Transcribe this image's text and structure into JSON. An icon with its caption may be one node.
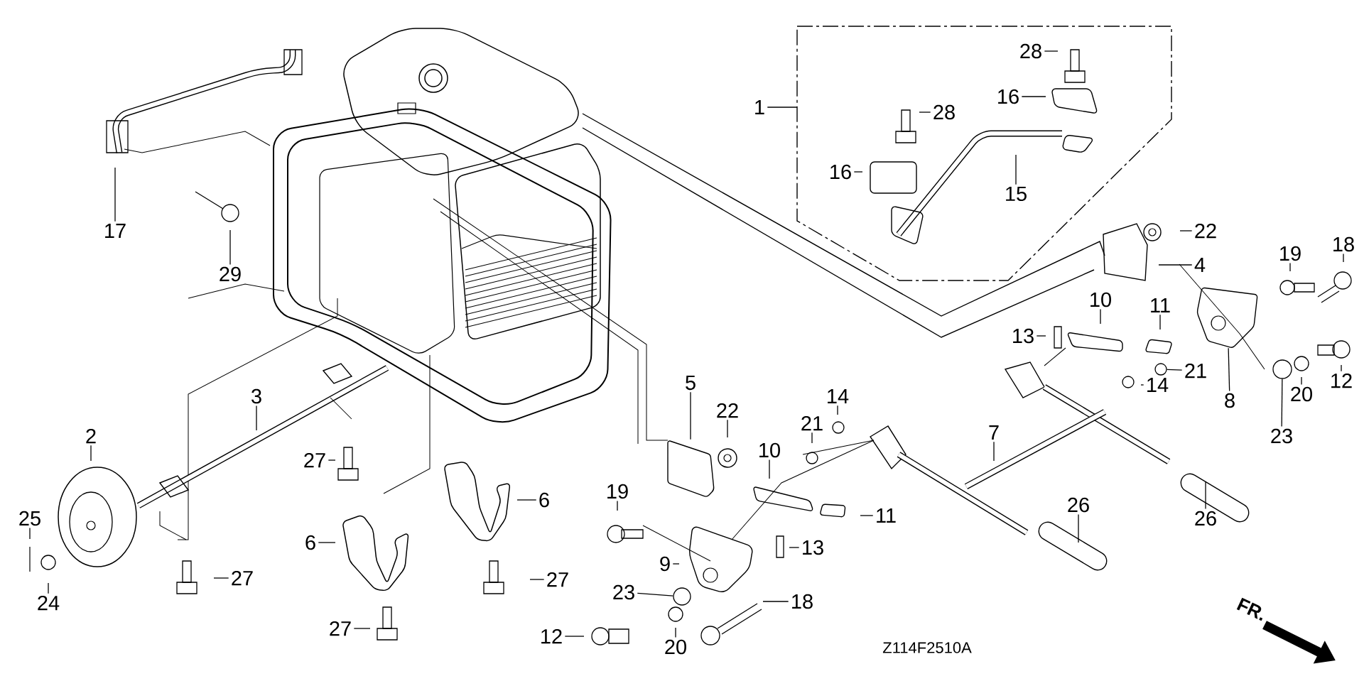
{
  "diagram": {
    "nodes": [
      {
        "text": [
          "28"
        ]
      },
      {
        "text": [
          "16"
        ]
      },
      {
        "text": [
          "1"
        ]
      },
      {
        "text": [
          "28"
        ]
      },
      {
        "text": [
          "16"
        ]
      },
      {
        "text": [
          "15"
        ]
      },
      {
        "text": [
          "17"
        ]
      },
      {
        "text": [
          "22"
        ]
      },
      {
        "text": [
          "18"
        ]
      },
      {
        "text": [
          "19"
        ]
      },
      {
        "text": [
          "4"
        ]
      },
      {
        "text": [
          "29"
        ]
      },
      {
        "text": [
          "10"
        ]
      },
      {
        "text": [
          "11"
        ]
      },
      {
        "text": [
          "13"
        ]
      },
      {
        "text": [
          "21"
        ]
      },
      {
        "text": [
          "12"
        ]
      },
      {
        "text": [
          "14"
        ]
      },
      {
        "text": [
          "3"
        ]
      },
      {
        "text": [
          "5"
        ]
      },
      {
        "text": [
          "20"
        ]
      },
      {
        "text": [
          "8"
        ]
      },
      {
        "text": [
          "22"
        ]
      },
      {
        "text": [
          "14"
        ]
      },
      {
        "text": [
          "21"
        ]
      },
      {
        "text": [
          "7"
        ]
      },
      {
        "text": [
          "2"
        ]
      },
      {
        "text": [
          "23"
        ]
      },
      {
        "text": [
          "10"
        ]
      },
      {
        "text": [
          "27"
        ]
      },
      {
        "text": [
          "19"
        ]
      },
      {
        "text": [
          "6"
        ]
      },
      {
        "text": [
          "26"
        ]
      },
      {
        "text": [
          "26"
        ]
      },
      {
        "text": [
          "11"
        ]
      },
      {
        "text": [
          "25"
        ]
      },
      {
        "text": [
          "6"
        ]
      },
      {
        "text": [
          "13"
        ]
      },
      {
        "text": [
          "9"
        ]
      },
      {
        "text": [
          "27"
        ]
      },
      {
        "text": [
          "27"
        ]
      },
      {
        "text": [
          "23"
        ]
      },
      {
        "text": [
          "18"
        ]
      },
      {
        "text": [
          "24"
        ]
      },
      {
        "text": [
          "27"
        ]
      },
      {
        "text": [
          "12"
        ]
      },
      {
        "text": [
          "20"
        ]
      },
      {
        "text": [],
        "shape": "circle"
      },
      {
        "text": [],
        "shape": "picture"
      },
      {
        "text": [],
        "shape": "picture"
      },
      {
        "text": [],
        "shape": "circle"
      },
      {
        "text": [],
        "shape": "circle"
      }
    ],
    "edges": [
      {
        "from": 0,
        "to": null,
        "arrow": "none"
      },
      {
        "from": 1,
        "to": null,
        "arrow": "none"
      },
      {
        "from": 2,
        "to": null,
        "arrow": "none"
      },
      {
        "from": 3,
        "to": null,
        "arrow": "none"
      },
      {
        "from": 4,
        "to": null,
        "arrow": "none"
      },
      {
        "from": 5,
        "to": null,
        "arrow": "none"
      },
      {
        "from": 6,
        "to": null,
        "arrow": "none"
      },
      {
        "from": 7,
        "to": null,
        "arrow": "none"
      },
      {
        "from": 8,
        "to": null,
        "arrow": "none"
      },
      {
        "from": 9,
        "to": null,
        "arrow": "none"
      },
      {
        "from": 10,
        "to": null,
        "arrow": "none"
      },
      {
        "from": 11,
        "to": null,
        "arrow": "none"
      },
      {
        "from": 12,
        "to": null,
        "arrow": "none"
      },
      {
        "from": 13,
        "to": null,
        "arrow": "none"
      },
      {
        "from": 14,
        "to": null,
        "arrow": "none"
      },
      {
        "from": 15,
        "to": 47,
        "arrow": "none"
      },
      {
        "from": 16,
        "to": null,
        "arrow": "none"
      },
      {
        "from": 17,
        "to": null,
        "arrow": "none"
      },
      {
        "from": 18,
        "to": null,
        "arrow": "none"
      },
      {
        "from": 19,
        "to": 48,
        "arrow": "none"
      },
      {
        "from": 20,
        "to": null,
        "arrow": "none"
      },
      {
        "from": 21,
        "to": 49,
        "arrow": "none"
      },
      {
        "from": 22,
        "to": null,
        "arrow": "none"
      },
      {
        "from": 23,
        "to": null,
        "arrow": "none"
      },
      {
        "from": 24,
        "to": null,
        "arrow": "none"
      },
      {
        "from": 25,
        "to": null,
        "arrow": "none"
      },
      {
        "from": 26,
        "to": null,
        "arrow": "none"
      },
      {
        "from": 27,
        "to": 50,
        "arrow": "none"
      },
      {
        "from": 28,
        "to": null,
        "arrow": "none"
      },
      {
        "from": 29,
        "to": null,
        "arrow": "none"
      },
      {
        "from": 30,
        "to": null,
        "arrow": "none"
      },
      {
        "from": 31,
        "to": null,
        "arrow": "none"
      },
      {
        "from": 32,
        "to": null,
        "arrow": "none"
      },
      {
        "from": 33,
        "to": null,
        "arrow": "none"
      },
      {
        "from": 34,
        "to": null,
        "arrow": "none"
      },
      {
        "from": 35,
        "to": null,
        "arrow": "none"
      },
      {
        "from": 36,
        "to": null,
        "arrow": "none"
      },
      {
        "from": 37,
        "to": null,
        "arrow": "none"
      },
      {
        "from": 38,
        "to": null,
        "arrow": "none"
      },
      {
        "from": 39,
        "to": null,
        "arrow": "none"
      },
      {
        "from": 40,
        "to": null,
        "arrow": "none"
      },
      {
        "from": 41,
        "to": 51,
        "arrow": "none"
      },
      {
        "from": 42,
        "to": null,
        "arrow": "none"
      },
      {
        "from": 43,
        "to": null,
        "arrow": "none"
      },
      {
        "from": 44,
        "to": null,
        "arrow": "none"
      },
      {
        "from": 45,
        "to": null,
        "arrow": "none"
      },
      {
        "from": 46,
        "to": null,
        "arrow": "none"
      }
    ],
    "labels": [
      "FR.",
      "Z114F2510A"
    ]
  }
}
